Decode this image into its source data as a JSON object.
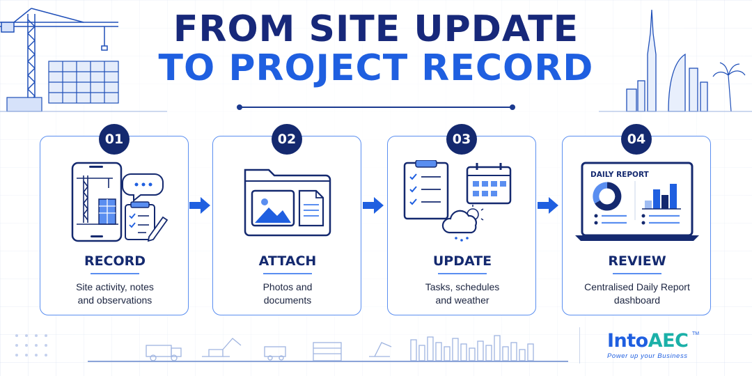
{
  "title": {
    "line1": "FROM SITE UPDATE",
    "line2": "TO PROJECT RECORD"
  },
  "steps": [
    {
      "number": "01",
      "title": "RECORD",
      "desc_line1": "Site activity, notes",
      "desc_line2": "and observations"
    },
    {
      "number": "02",
      "title": "ATTACH",
      "desc_line1": "Photos and",
      "desc_line2": "documents"
    },
    {
      "number": "03",
      "title": "UPDATE",
      "desc_line1": "Tasks, schedules",
      "desc_line2": "and weather"
    },
    {
      "number": "04",
      "title": "REVIEW",
      "desc_line1": "Centralised Daily Report",
      "desc_line2": "dashboard"
    }
  ],
  "dashboard_label": "DAILY REPORT",
  "logo": {
    "into": "Into",
    "aec": "AEC",
    "tm": "TM",
    "tagline": "Power up your Business"
  },
  "colors": {
    "navy": "#14296f",
    "blue": "#1f5fe0",
    "accent_border": "#5a8ef0",
    "teal": "#1bb0a8"
  },
  "icons": [
    "crane-icon",
    "phone-icon",
    "chat-bubble-icon",
    "clipboard-pencil-icon",
    "folder-icon",
    "image-icon",
    "document-icon",
    "checklist-icon",
    "calendar-icon",
    "weather-cloud-icon",
    "laptop-dashboard-icon",
    "arrow-right-icon"
  ]
}
